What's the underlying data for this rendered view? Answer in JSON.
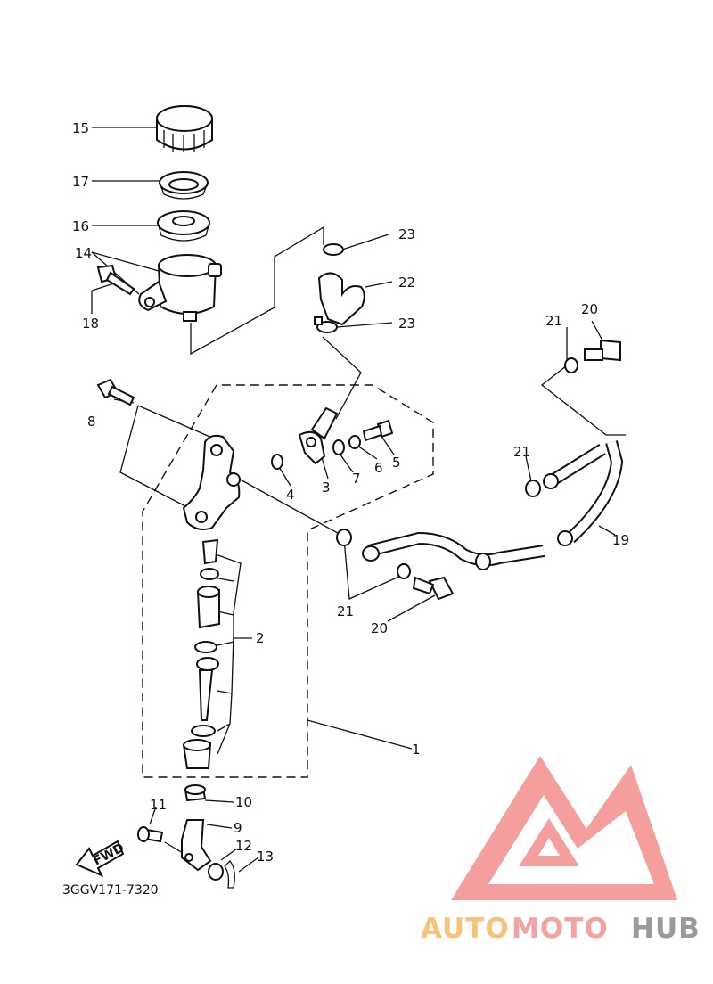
{
  "diagram_code": "3GGV171-7320",
  "fwd_label": "FWD",
  "watermark": {
    "part1": "AUTO",
    "part2": "MOTO",
    "part3": "HUB",
    "color_part1": "#f7c27a",
    "color_part2": "#f4a2a0",
    "color_part3": "#9a9a9a",
    "logo_color": "#f49a98"
  },
  "callouts": {
    "c1": "1",
    "c2": "2",
    "c3": "3",
    "c4": "4",
    "c5": "5",
    "c6": "6",
    "c7": "7",
    "c8": "8",
    "c9": "9",
    "c10": "10",
    "c11": "11",
    "c12": "12",
    "c13": "13",
    "c14": "14",
    "c15": "15",
    "c16": "16",
    "c17": "17",
    "c18": "18",
    "c19": "19",
    "c20a": "20",
    "c20b": "20",
    "c21a": "21",
    "c21b": "21",
    "c21c": "21",
    "c22": "22",
    "c23a": "23",
    "c23b": "23"
  }
}
